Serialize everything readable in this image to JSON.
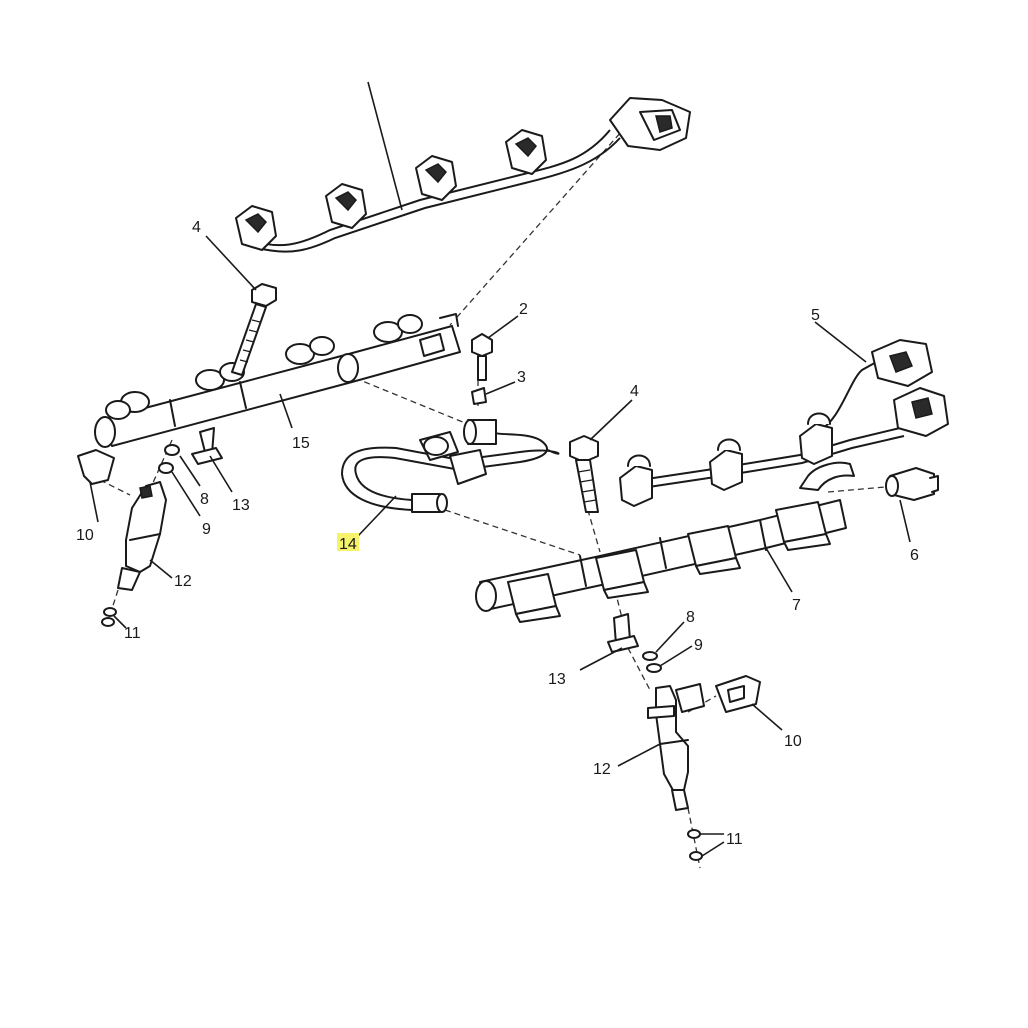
{
  "callouts": [
    {
      "id": "c1",
      "label": "4"
    },
    {
      "id": "c2",
      "label": "2"
    },
    {
      "id": "c3",
      "label": "3"
    },
    {
      "id": "c4",
      "label": "5"
    },
    {
      "id": "c5",
      "label": "4"
    },
    {
      "id": "c6",
      "label": "15"
    },
    {
      "id": "c7",
      "label": "8"
    },
    {
      "id": "c8",
      "label": "13"
    },
    {
      "id": "c9",
      "label": "9"
    },
    {
      "id": "c10",
      "label": "10"
    },
    {
      "id": "c11",
      "label": "12"
    },
    {
      "id": "c12",
      "label": "11"
    },
    {
      "id": "c13",
      "label": "14",
      "highlighted": true
    },
    {
      "id": "c14",
      "label": "6"
    },
    {
      "id": "c15",
      "label": "7"
    },
    {
      "id": "c16",
      "label": "8"
    },
    {
      "id": "c17",
      "label": "9"
    },
    {
      "id": "c18",
      "label": "13"
    },
    {
      "id": "c19",
      "label": "10"
    },
    {
      "id": "c20",
      "label": "12"
    },
    {
      "id": "c21",
      "label": "11"
    }
  ],
  "colors": {
    "highlight": "#f6f36a",
    "line": "#1a1a1a"
  }
}
